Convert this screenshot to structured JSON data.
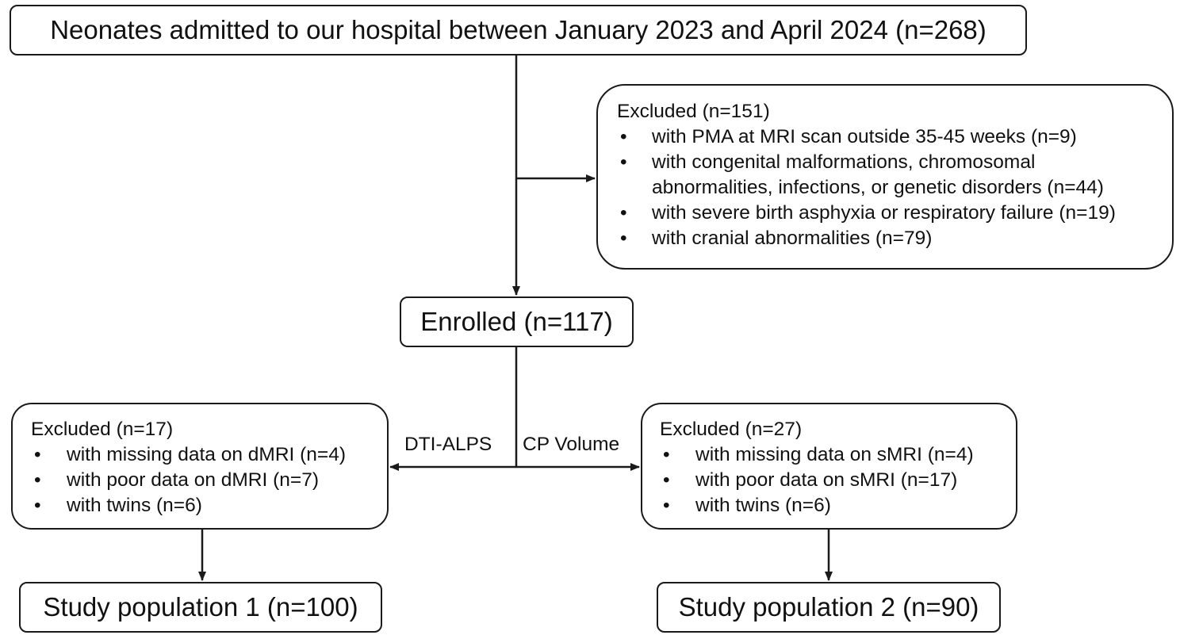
{
  "flow": {
    "top_box": "Neonates admitted to our hospital between January 2023 and April 2024 (n=268)",
    "excluded_main": {
      "heading": "Excluded (n=151)",
      "items": [
        "with PMA at MRI scan outside 35-45 weeks (n=9)",
        "with congenital malformations, chromosomal",
        "abnormalities, infections, or genetic disorders (n=44)",
        "with severe birth asphyxia or respiratory failure (n=19)",
        "with cranial abnormalities (n=79)"
      ]
    },
    "enrolled": "Enrolled (n=117)",
    "branch_left_label": "DTI-ALPS",
    "branch_right_label": "CP Volume",
    "excluded_left": {
      "heading": "Excluded (n=17)",
      "items": [
        "with missing data on dMRI (n=4)",
        "with poor data on dMRI (n=7)",
        "with twins (n=6)"
      ]
    },
    "excluded_right": {
      "heading": "Excluded (n=27)",
      "items": [
        "with missing data on sMRI (n=4)",
        "with poor data on sMRI (n=17)",
        "with twins (n=6)"
      ]
    },
    "study1": "Study population 1 (n=100)",
    "study2": "Study population 2 (n=90)",
    "bullet_symbol": "•"
  },
  "colors": {
    "line": "#1a1a1a",
    "text": "#111111",
    "background": "#ffffff"
  }
}
